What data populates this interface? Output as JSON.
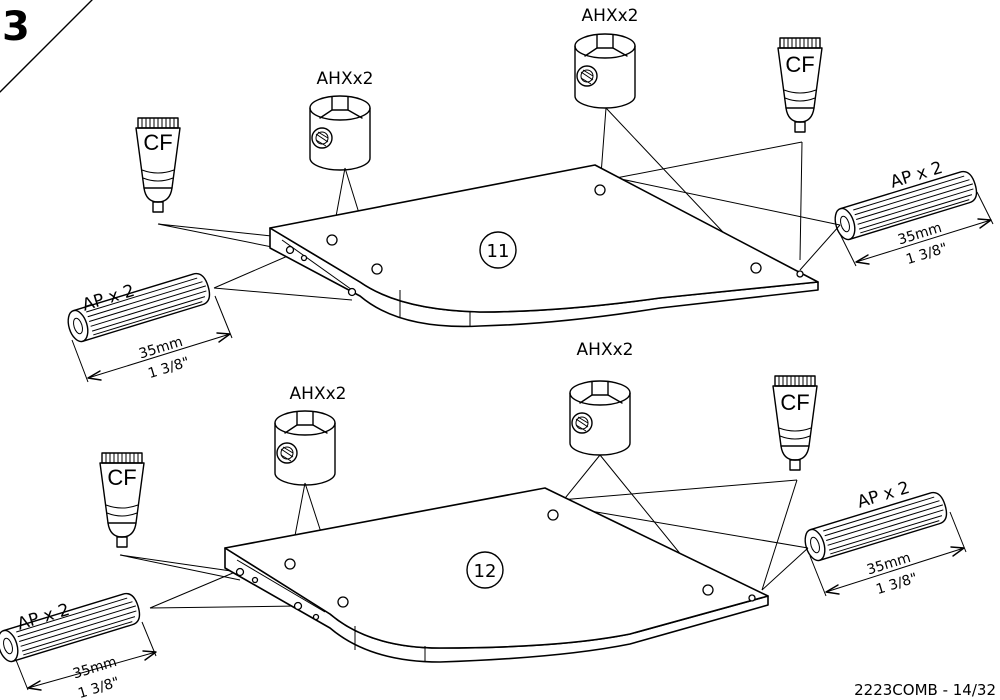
{
  "step": {
    "number": "3"
  },
  "page": {
    "footer": "2223COMB - 14/32"
  },
  "parts": {
    "cam": "AHXx2",
    "dowel": "AP x 2",
    "glue": "CF",
    "dowel_length_mm": "35mm",
    "dowel_length_in": "1 3/8\""
  },
  "panels": [
    {
      "number": "11"
    },
    {
      "number": "12"
    }
  ]
}
